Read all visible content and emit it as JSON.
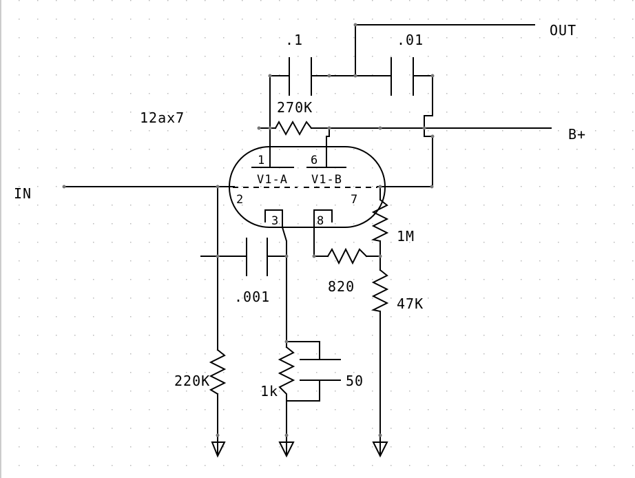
{
  "tube": {
    "type": "12ax7",
    "section_a": "V1-A",
    "section_b": "V1-B",
    "pins": [
      "1",
      "2",
      "3",
      "6",
      "7",
      "8"
    ]
  },
  "labels": {
    "input": "IN",
    "output": "OUT",
    "supply": "B+",
    "c_coupling": ".1",
    "c_output": ".01",
    "c_bright": ".001",
    "c_cathode": "50",
    "r_plate": "270K",
    "r_grid_leak": "220K",
    "r_cathode_a": "1k",
    "r_feedback": "820",
    "r_divider_top": "1M",
    "r_divider_bottom": "47K"
  }
}
